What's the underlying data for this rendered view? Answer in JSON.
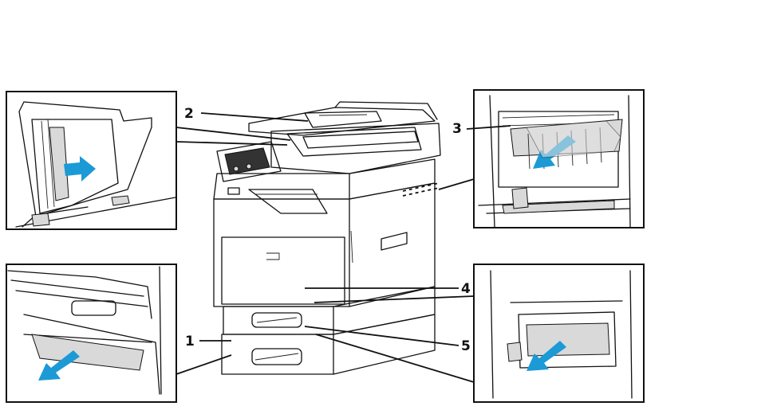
{
  "callouts": [
    {
      "id": "c1",
      "label": "1"
    },
    {
      "id": "c2",
      "label": "2"
    },
    {
      "id": "c3",
      "label": "3"
    },
    {
      "id": "c4",
      "label": "4"
    },
    {
      "id": "c5",
      "label": "5"
    }
  ],
  "colors": {
    "arrow": "#1b9ad6",
    "line": "#111111",
    "paper": "#e3e3e3",
    "background": "#ffffff"
  },
  "icons": [
    "printer",
    "arrow-right",
    "arrow-down-left",
    "paper-sheet"
  ]
}
